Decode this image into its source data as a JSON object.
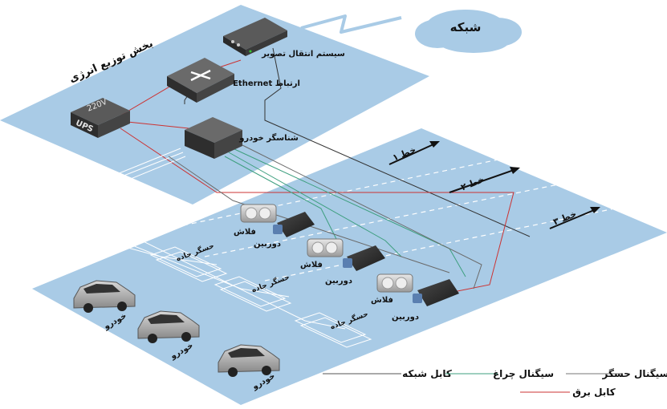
{
  "network": {
    "cloud_label": "شبکه"
  },
  "power_section": {
    "title": "بخش توزیع انرژی"
  },
  "devices": {
    "ups_voltage": "220V",
    "ups_label": "UPS",
    "video_transmission": "سیستم انتقال تصویر",
    "ethernet": "ارتباط Ethernet",
    "vehicle_detector": "شناسگر خودرو"
  },
  "lanes": [
    "خط ۱",
    "خط ۲",
    "خط ۳"
  ],
  "flash_label": "فلاش",
  "camera_label": "دوربین",
  "road_sensor_label": "حسگر جاده",
  "vehicle_label": "خودرو",
  "legend": {
    "network_cable": "کابل شبکه",
    "light_signal": "سیگنال چراغ",
    "sensor_signal": "سیگنال حسگر",
    "power_cable": "کابل برق"
  },
  "colors": {
    "plane": "#a9cbe6",
    "network_cable": "#333333",
    "light_signal": "#3e9f7f",
    "sensor_signal": "#6a6a6a",
    "power_cable": "#cc3333"
  }
}
